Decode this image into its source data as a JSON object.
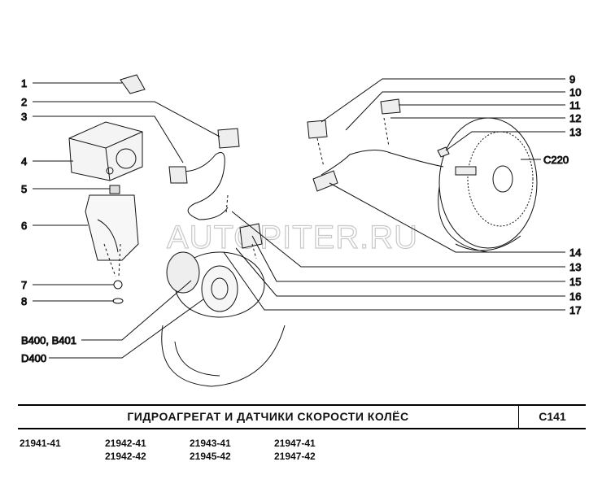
{
  "diagram": {
    "watermark": "AUTOPITER.RU",
    "left_callouts": [
      "1",
      "2",
      "3",
      "4",
      "5",
      "6",
      "7",
      "8",
      "B400, B401",
      "D400"
    ],
    "right_callouts": [
      "9",
      "10",
      "11",
      "12",
      "13",
      "C220",
      "14",
      "13",
      "15",
      "16",
      "17"
    ]
  },
  "footer": {
    "title": "ГИДРОАГРЕГАТ И ДАТЧИКИ СКОРОСТИ КОЛЁС",
    "code": "C141",
    "models": [
      [
        "21941-41"
      ],
      [
        "21942-41",
        "21942-42"
      ],
      [
        "21943-41",
        "21945-42"
      ],
      [
        "21947-41",
        "21947-42"
      ]
    ]
  }
}
